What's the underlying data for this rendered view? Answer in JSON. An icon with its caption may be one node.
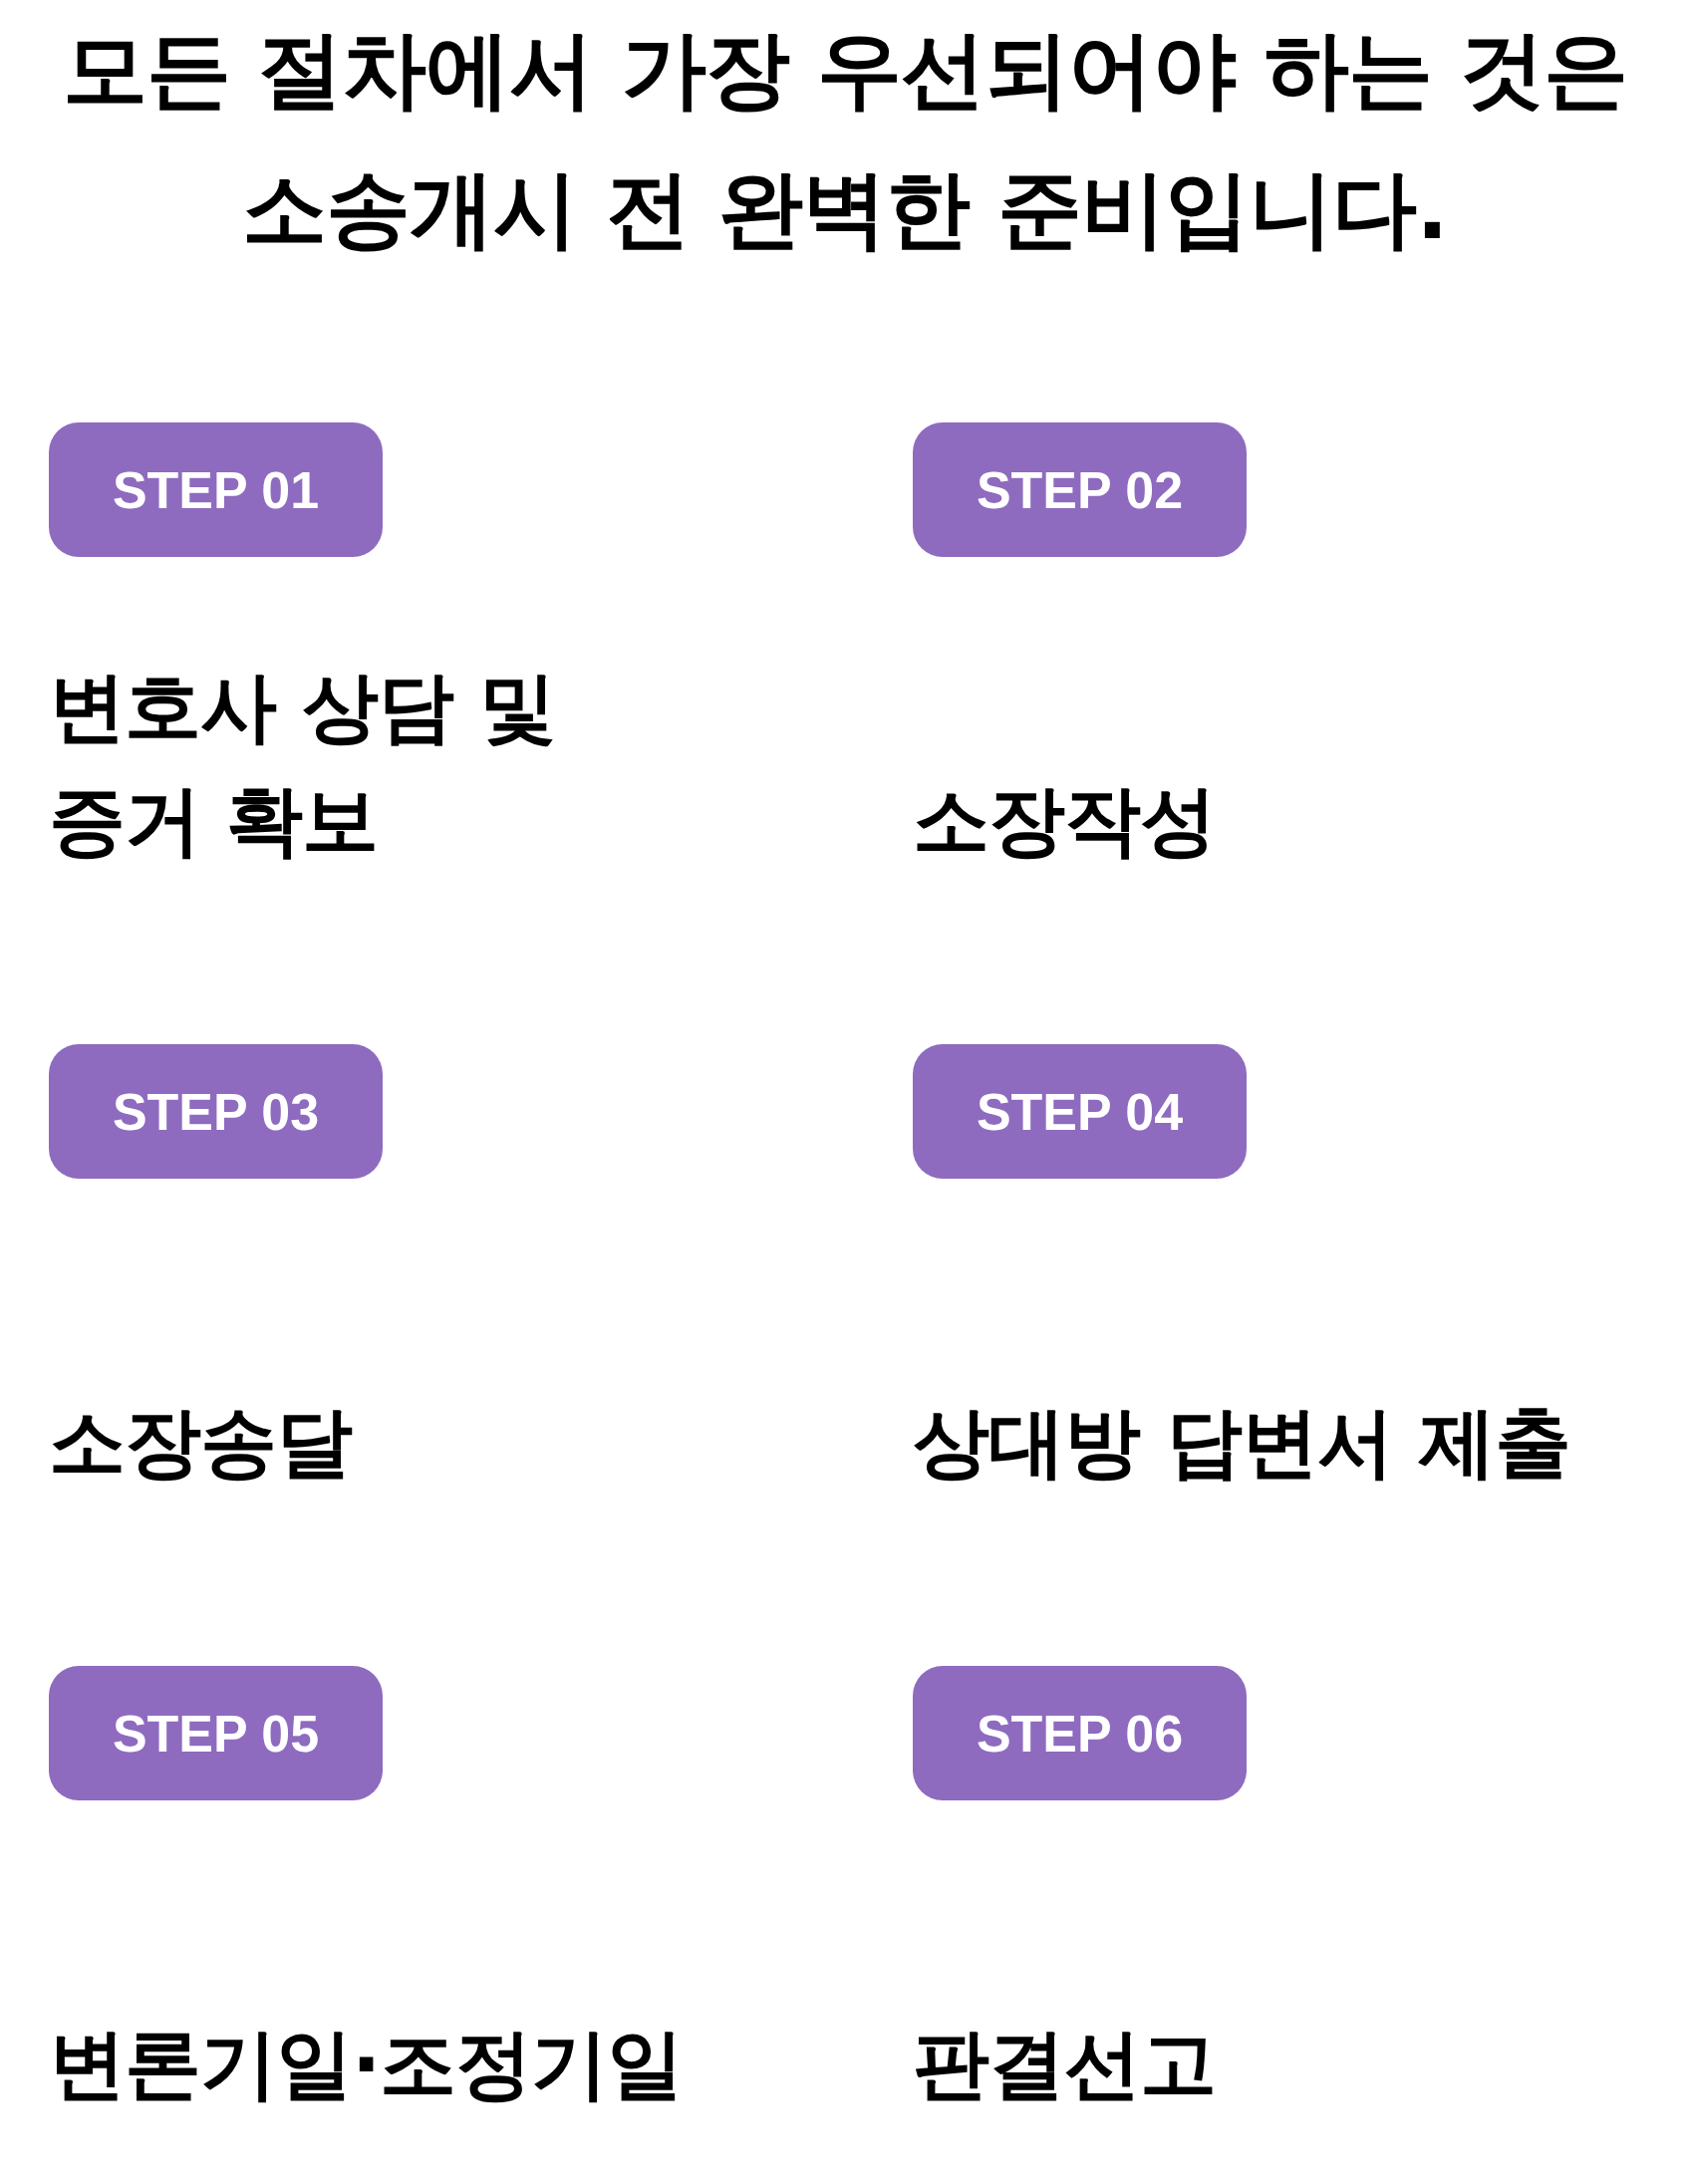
{
  "diagram": {
    "title": "모든 절차에서 가장 우선되어야 하는 것은 소송개시 전 완벽한 준비입니다.",
    "nodes": [
      {
        "text": [
          "STEP 01"
        ],
        "beside": [
          "변호사 상담 및 증거 확보"
        ]
      },
      {
        "text": [
          "STEP 02"
        ],
        "beside": [
          "소장작성"
        ]
      },
      {
        "text": [
          "STEP 03"
        ],
        "beside": [
          "소장송달"
        ]
      },
      {
        "text": [
          "STEP 04"
        ],
        "beside": [
          "상대방 답변서 제출"
        ]
      },
      {
        "text": [
          "STEP 05"
        ],
        "beside": [
          "변론기일·조정기일"
        ]
      },
      {
        "text": [
          "STEP 06"
        ],
        "beside": [
          "판결선고"
        ]
      }
    ]
  }
}
